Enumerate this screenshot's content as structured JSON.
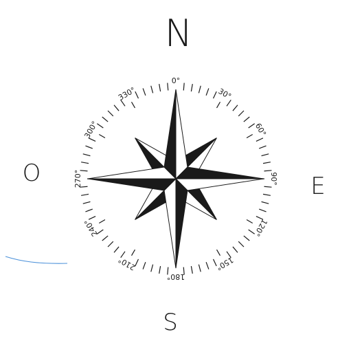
{
  "cardinals": {
    "north": "N",
    "east": "E",
    "south": "S",
    "west": "O"
  },
  "degree_labels": [
    "0°",
    "30°",
    "60°",
    "90°",
    "120°",
    "150°",
    "180°",
    "210°",
    "240°",
    "270°",
    "300°",
    "330°"
  ],
  "degree_values": [
    0,
    30,
    60,
    90,
    120,
    150,
    180,
    210,
    240,
    270,
    300,
    330
  ],
  "tick_step_degrees": 5,
  "colors": {
    "ink": "#1a1a1a",
    "line": "#4a90d9",
    "background": "#ffffff"
  }
}
